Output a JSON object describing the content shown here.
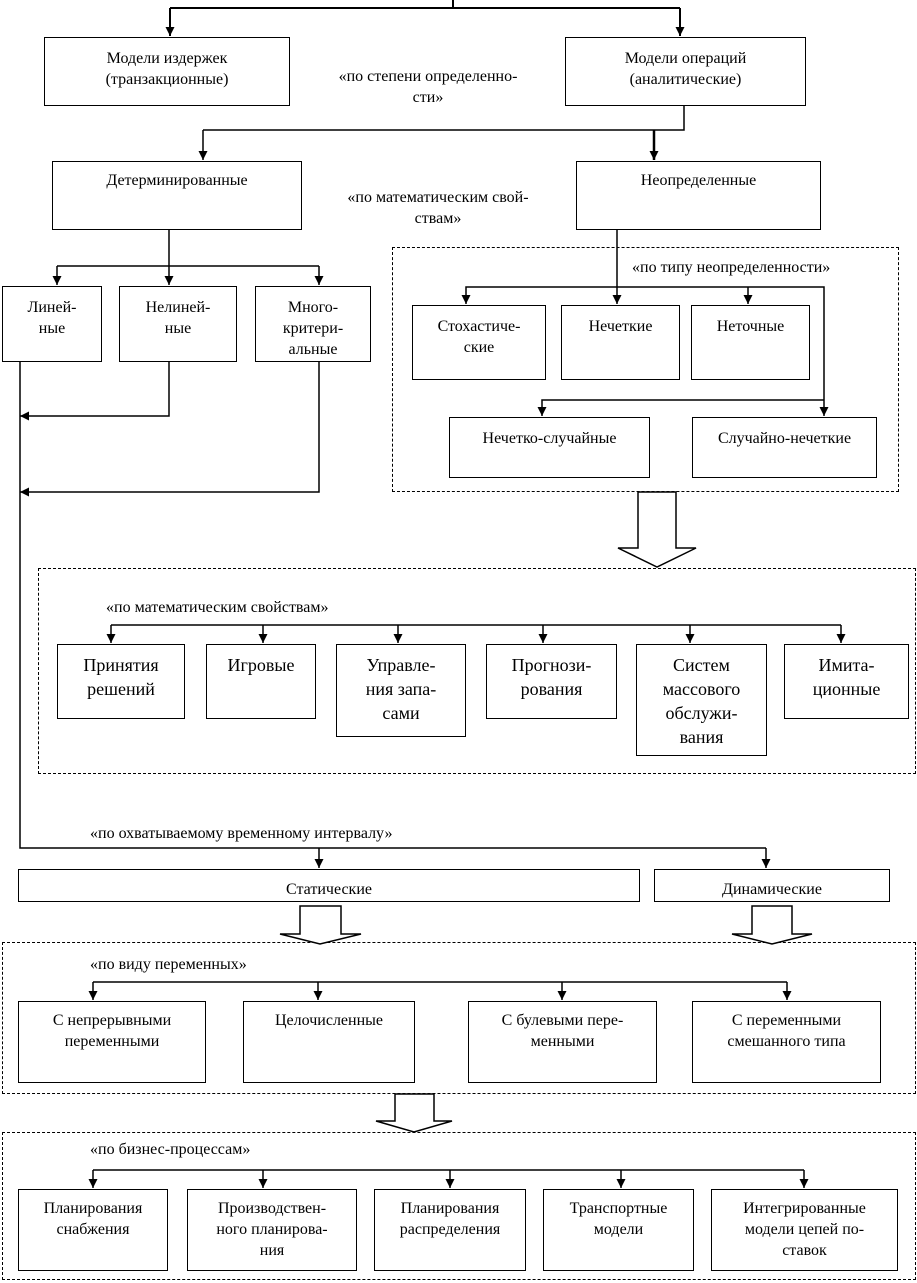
{
  "boxes": {
    "cost_models": "Модели издержек\n(транзакционные)",
    "operation_models": "Модели операций\n(аналитические)",
    "determined": "Детерминированные",
    "uncertain": "Неопределенные",
    "linear": "Линей-\nные",
    "nonlinear": "Нелиней-\nные",
    "multicriteria": "Много-\nкритери-\nальные",
    "stochastic": "Стохастиче-\nские",
    "fuzzy": "Нечеткие",
    "inexact": "Неточные",
    "fuzzy_random": "Нечетко-случайные",
    "random_fuzzy": "Случайно-нечеткие",
    "decision": "Принятия\nрешений",
    "game": "Игровые",
    "inventory": "Управле-\nния запа-\nсами",
    "forecast": "Прогнози-\nрования",
    "queue": "Систем\nмассового\nобслужи-\nвания",
    "simulation": "Имита-\nционные",
    "static": "Статические",
    "dynamic": "Динамические",
    "continuous": "С непрерывными\nпеременными",
    "integer": "Целочисленные",
    "boolean": "С булевыми пере-\nменными",
    "mixed": "С переменными\nсмешанного типа",
    "supply": "Планирования\nснабжения",
    "production": "Производствен-\nного планирова-\nния",
    "distribution": "Планирования\nраспределения",
    "transport": "Транспортные\nмодели",
    "integrated": "Интегрированные\nмодели цепей по-\nставок"
  },
  "labels": {
    "by_certainty": "«по степени определенно-\nсти»",
    "by_math_1": "«по математическим свой-\nствам»",
    "by_uncertainty_type": "«по типу неопределенности»",
    "by_math_2": "«по математическим свойствам»",
    "by_time": "«по охватываемому временному интервалу»",
    "by_variables": "«по виду переменных»",
    "by_business": "«по бизнес-процессам»"
  }
}
